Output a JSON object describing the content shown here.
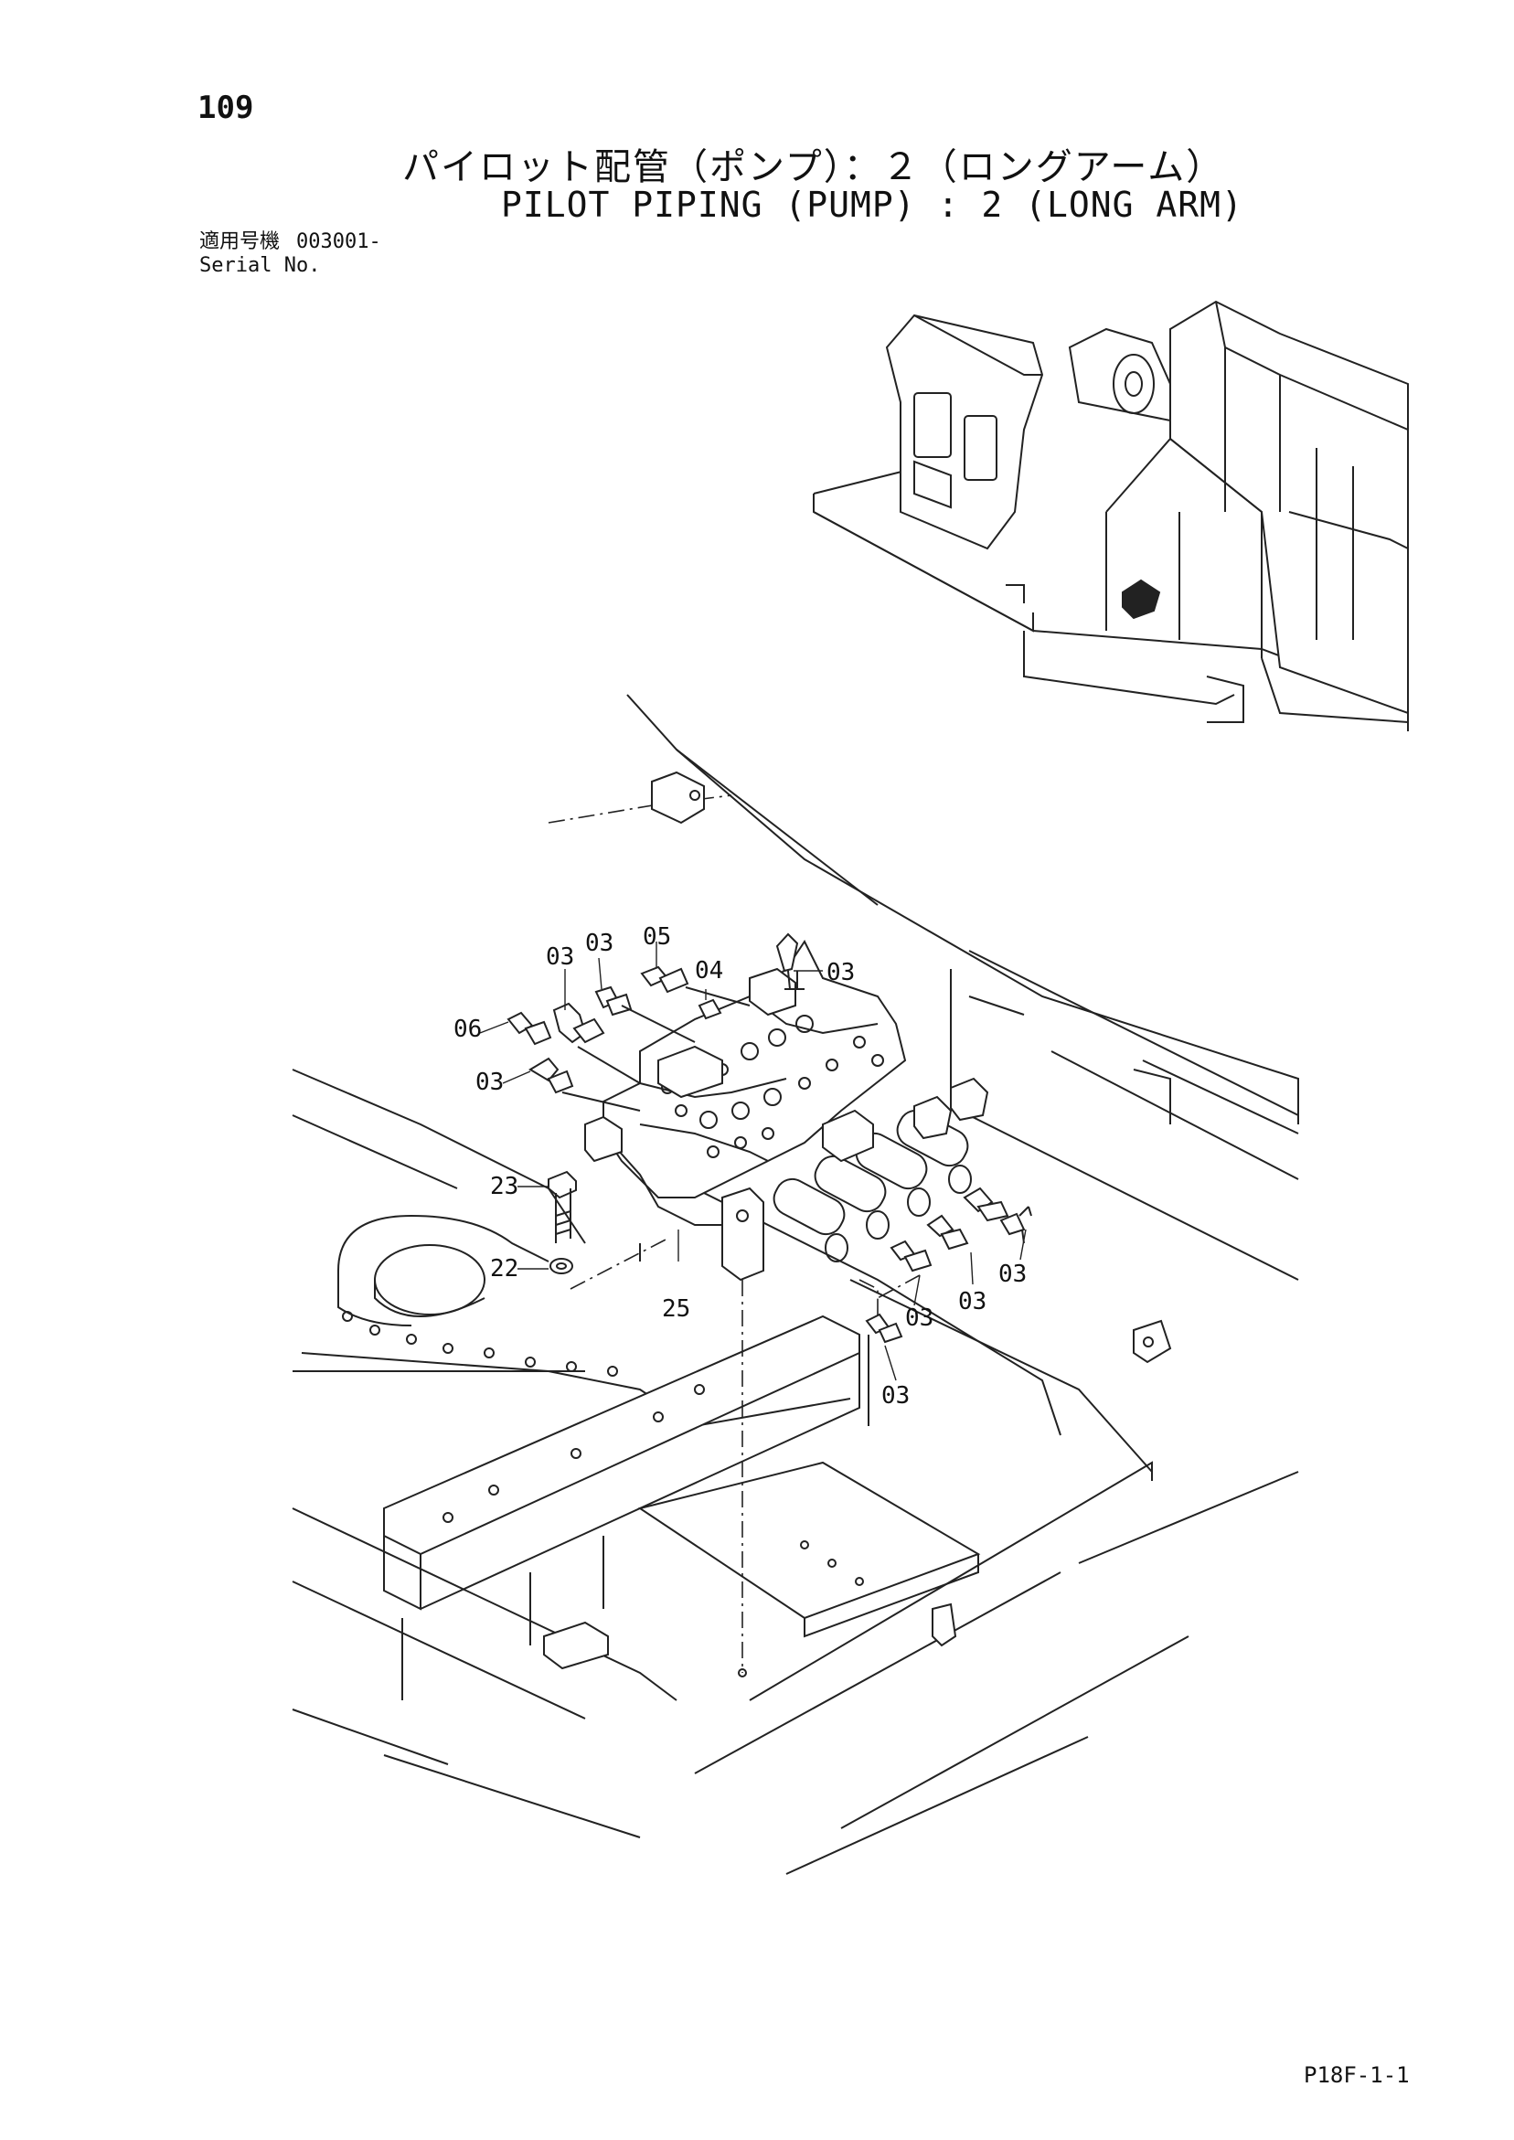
{
  "header": {
    "page_number": "109",
    "title_jp": "パイロット配管（ポンプ）：２（ロングアーム）",
    "title_en": "PILOT PIPING (PUMP) : 2 (LONG ARM)",
    "serial_label_jp": "適用号機",
    "serial_label_en": "Serial No.",
    "serial_value": "003001-"
  },
  "callouts": [
    {
      "id": "c1",
      "label": "03"
    },
    {
      "id": "c2",
      "label": "03"
    },
    {
      "id": "c3",
      "label": "05"
    },
    {
      "id": "c4",
      "label": "04"
    },
    {
      "id": "c5",
      "label": "03"
    },
    {
      "id": "c6",
      "label": "06"
    },
    {
      "id": "c7",
      "label": "03"
    },
    {
      "id": "c8",
      "label": "23"
    },
    {
      "id": "c9",
      "label": "22"
    },
    {
      "id": "c10",
      "label": "25"
    },
    {
      "id": "c11",
      "label": "03"
    },
    {
      "id": "c12",
      "label": "03"
    },
    {
      "id": "c13",
      "label": "03"
    },
    {
      "id": "c14",
      "label": "03"
    }
  ],
  "footer": {
    "code": "P18F-1-1"
  }
}
